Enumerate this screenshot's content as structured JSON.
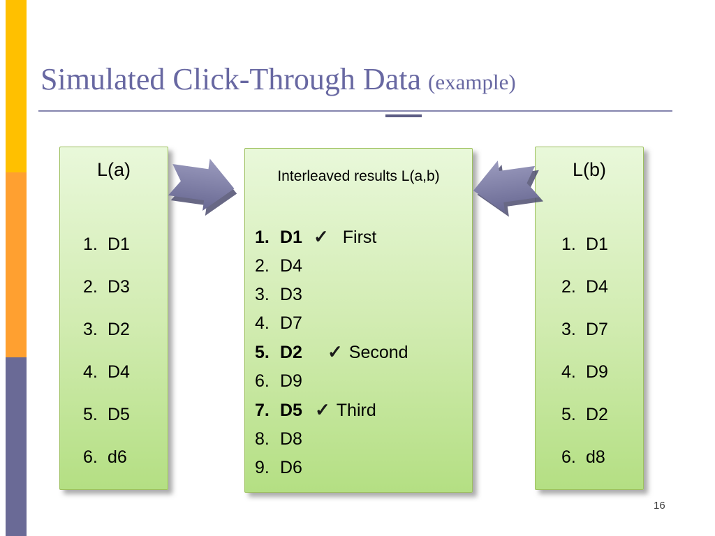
{
  "header": {
    "title": "Simulated Click-Through Data",
    "suffix": "(example)"
  },
  "boxes": {
    "la": {
      "title": "L(a)",
      "items": [
        {
          "num": "1.",
          "label": "D1"
        },
        {
          "num": "2.",
          "label": "D3"
        },
        {
          "num": "3.",
          "label": "D2"
        },
        {
          "num": "4.",
          "label": "D4"
        },
        {
          "num": "5.",
          "label": "D5"
        },
        {
          "num": "6.",
          "label": "d6"
        }
      ]
    },
    "interleaved": {
      "title": "Interleaved results L(a,b)",
      "items": [
        {
          "num": "1.",
          "label": "D1",
          "note": "First"
        },
        {
          "num": "2.",
          "label": "D4"
        },
        {
          "num": "3.",
          "label": "D3"
        },
        {
          "num": "4.",
          "label": "D7"
        },
        {
          "num": "5.",
          "label": "D2",
          "note": "Second"
        },
        {
          "num": "6.",
          "label": "D9"
        },
        {
          "num": "7.",
          "label": "D5",
          "note": "Third"
        },
        {
          "num": "8.",
          "label": "D8"
        },
        {
          "num": "9.",
          "label": "D6"
        }
      ]
    },
    "lb": {
      "title": "L(b)",
      "items": [
        {
          "num": "1.",
          "label": "D1"
        },
        {
          "num": "2.",
          "label": "D4"
        },
        {
          "num": "3.",
          "label": "D7"
        },
        {
          "num": "4.",
          "label": "D9"
        },
        {
          "num": "5.",
          "label": "D2"
        },
        {
          "num": "6.",
          "label": "d8"
        }
      ]
    }
  },
  "icons": {
    "check": "✓"
  },
  "footer": {
    "page_number": "16"
  },
  "colors": {
    "stripe_yellow": "#FFC000",
    "stripe_orange": "#FFA030",
    "stripe_purple": "#6A6A96",
    "title_text": "#6868A2",
    "box_border": "#9DC05E",
    "box_fill_top": "#E9F8DA",
    "box_fill_bottom": "#B4DF83",
    "arrow_fill": "#8787B0",
    "arrow_shadow": "#4E4E70"
  }
}
